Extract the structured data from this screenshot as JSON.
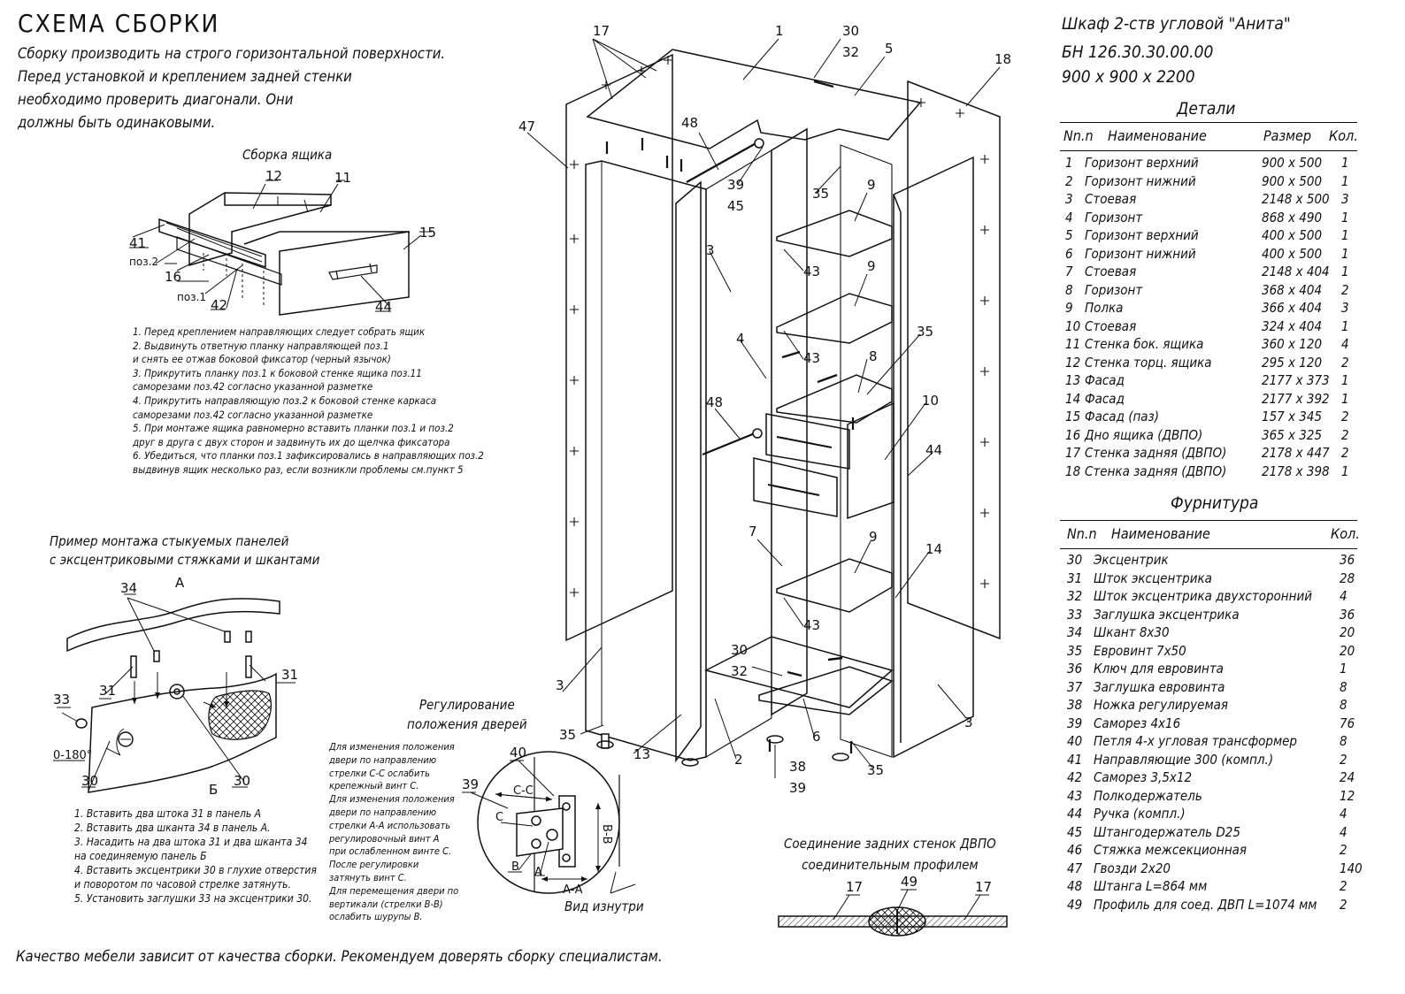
{
  "title": "СХЕМА СБОРКИ",
  "intro_lines": [
    "Сборку производить на строго горизонтальной поверхности.",
    "Перед установкой и креплением задней стенки",
    "необходимо проверить диагонали. Они",
    "должны быть одинаковыми."
  ],
  "drawer": {
    "title": "Сборка ящика",
    "labels": {
      "p41": "41",
      "p16": "16",
      "p42": "42",
      "p12": "12",
      "p11": "11",
      "p15": "15",
      "p44": "44",
      "poz2": "поз.2",
      "poz1": "поз.1"
    },
    "steps": [
      "1. Перед креплением направляющих следует собрать ящик",
      "2. Выдвинуть ответную планку направляющей поз.1",
      "    и снять ее отжав боковой фиксатор (черный язычок)",
      "3. Прикрутить планку поз.1 к боковой стенке ящика поз.11",
      "    саморезами поз.42 согласно указанной разметке",
      "4. Прикрутить направляющую поз.2 к боковой стенке каркаса",
      "    саморезами поз.42 согласно указанной разметке",
      "5. При монтаже ящика равномерно вставить планки поз.1 и поз.2",
      "    друг в друга с двух сторон и задвинуть их до щелчка фиксатора",
      "6. Убедиться, что планки поз.1 зафиксировались в направляющих поз.2",
      "    выдвинув ящик несколько раз, если возникли проблемы см.пункт 5"
    ]
  },
  "joint": {
    "title_line1": "Пример монтажа стыкуемых панелей",
    "title_line2": "с эксцентриковыми стяжками и шкантами",
    "labels": {
      "a": "А",
      "b": "Б",
      "p34": "34",
      "p31a": "31",
      "p31b": "31",
      "p33": "33",
      "p30a": "30",
      "p30b": "30",
      "angle": "0-180°"
    },
    "steps": [
      "1. Вставить два штока 31 в панель А",
      "2. Вставить два шканта 34 в панель А.",
      "3. Насадить на два штока 31 и два шканта 34",
      "    на соединяемую панель Б",
      "4. Вставить эксцентрики 30 в глухие отверстия",
      "    и поворотом по часовой стрелке затянуть.",
      "5. Установить заглушки 33 на эксцентрики 30."
    ]
  },
  "door_adjust": {
    "title_line1": "Регулирование",
    "title_line2": "положения дверей",
    "notes": [
      "Для изменения положения",
      "двери по направлению",
      "стрелки С-С ослабить",
      "крепежный винт С.",
      "Для изменения положения",
      "двери по направлению",
      "стрелки А-А использовать",
      "регулировочный винт А",
      "при ослабленном винте С.",
      "После регулировки",
      "затянуть винт С.",
      "Для перемещения двери по",
      "вертикали (стрелки В-В)",
      "ослабить шурупы В."
    ],
    "labels": {
      "p40": "40",
      "p39": "39",
      "cc": "С-С",
      "c": "С",
      "b": "В",
      "a": "А",
      "aa": "А-А",
      "bb": "В-В"
    },
    "view_label": "Вид изнутри"
  },
  "back_joint": {
    "title_line1": "Соединение задних стенок ДВПО",
    "title_line2": "соединительным профилем",
    "labels": {
      "l17a": "17",
      "l49": "49",
      "l17b": "17"
    }
  },
  "main_labels": [
    {
      "id": "c17",
      "text": "17"
    },
    {
      "id": "c1",
      "text": "1"
    },
    {
      "id": "c30",
      "text": "30"
    },
    {
      "id": "c32",
      "text": "32"
    },
    {
      "id": "c5",
      "text": "5"
    },
    {
      "id": "c18",
      "text": "18"
    },
    {
      "id": "c47",
      "text": "47"
    },
    {
      "id": "c48a",
      "text": "48"
    },
    {
      "id": "c39",
      "text": "39"
    },
    {
      "id": "c45",
      "text": "45"
    },
    {
      "id": "c35a",
      "text": "35"
    },
    {
      "id": "c9a",
      "text": "9"
    },
    {
      "id": "c3a",
      "text": "3"
    },
    {
      "id": "c43a",
      "text": "43"
    },
    {
      "id": "c9b",
      "text": "9"
    },
    {
      "id": "c4",
      "text": "4"
    },
    {
      "id": "c43b",
      "text": "43"
    },
    {
      "id": "c35b",
      "text": "35"
    },
    {
      "id": "c8",
      "text": "8"
    },
    {
      "id": "c48b",
      "text": "48"
    },
    {
      "id": "c10",
      "text": "10"
    },
    {
      "id": "c44",
      "text": "44"
    },
    {
      "id": "c7",
      "text": "7"
    },
    {
      "id": "c9c",
      "text": "9"
    },
    {
      "id": "c14",
      "text": "14"
    },
    {
      "id": "c43c",
      "text": "43"
    },
    {
      "id": "c30b",
      "text": "30"
    },
    {
      "id": "c32b",
      "text": "32"
    },
    {
      "id": "c3b",
      "text": "3"
    },
    {
      "id": "c3c",
      "text": "3"
    },
    {
      "id": "c35c",
      "text": "35"
    },
    {
      "id": "c13",
      "text": "13"
    },
    {
      "id": "c2",
      "text": "2"
    },
    {
      "id": "c6",
      "text": "6"
    },
    {
      "id": "c38",
      "text": "38"
    },
    {
      "id": "c39b",
      "text": "39"
    },
    {
      "id": "c35d",
      "text": "35"
    }
  ],
  "product": {
    "name": "Шкаф 2-ств угловой \"Анита\"",
    "code": "БН 126.30.30.00.00",
    "size": "900 х 900 х 2200"
  },
  "parts": {
    "title": "Детали",
    "columns": [
      "Nn.n",
      "Наименование",
      "Размер",
      "Кол."
    ],
    "rows": [
      [
        "1",
        "Горизонт верхний",
        "900 х 500",
        "1"
      ],
      [
        "2",
        "Горизонт нижний",
        "900 х 500",
        "1"
      ],
      [
        "3",
        "Стоевая",
        "2148 х 500",
        "3"
      ],
      [
        "4",
        "Горизонт",
        "868 х 490",
        "1"
      ],
      [
        "5",
        "Горизонт верхний",
        "400 х 500",
        "1"
      ],
      [
        "6",
        "Горизонт нижний",
        "400 х 500",
        "1"
      ],
      [
        "7",
        "Стоевая",
        "2148 х 404",
        "1"
      ],
      [
        "8",
        "Горизонт",
        "368 х 404",
        "2"
      ],
      [
        "9",
        "Полка",
        "366 х 404",
        "3"
      ],
      [
        "10",
        "Стоевая",
        "324 х 404",
        "1"
      ],
      [
        "11",
        "Стенка бок. ящика",
        "360 х 120",
        "4"
      ],
      [
        "12",
        "Стенка торц. ящика",
        "295 х 120",
        "2"
      ],
      [
        "13",
        "Фасад",
        "2177 х 373",
        "1"
      ],
      [
        "14",
        "Фасад",
        "2177 х 392",
        "1"
      ],
      [
        "15",
        "Фасад (паз)",
        "157 х 345",
        "2"
      ],
      [
        "16",
        "Дно ящика (ДВПО)",
        "365 х 325",
        "2"
      ],
      [
        "17",
        "Стенка задняя (ДВПО)",
        "2178 х 447",
        "2"
      ],
      [
        "18",
        "Стенка задняя (ДВПО)",
        "2178 х 398",
        "1"
      ]
    ]
  },
  "hardware": {
    "title": "Фурнитура",
    "columns": [
      "Nn.n",
      "Наименование",
      "Кол."
    ],
    "rows": [
      [
        "30",
        "Эксцентрик",
        "36"
      ],
      [
        "31",
        "Шток эксцентрика",
        "28"
      ],
      [
        "32",
        "Шток эксцентрика двухсторонний",
        "4"
      ],
      [
        "33",
        "Заглушка эксцентрика",
        "36"
      ],
      [
        "34",
        "Шкант 8х30",
        "20"
      ],
      [
        "35",
        "Евровинт 7х50",
        "20"
      ],
      [
        "36",
        "Ключ для евровинта",
        "1"
      ],
      [
        "37",
        "Заглушка евровинта",
        "8"
      ],
      [
        "38",
        "Ножка регулируемая",
        "8"
      ],
      [
        "39",
        "Саморез 4х16",
        "76"
      ],
      [
        "40",
        "Петля 4-х угловая трансформер",
        "8"
      ],
      [
        "41",
        "Направляющие 300 (компл.)",
        "2"
      ],
      [
        "42",
        "Саморез 3,5х12",
        "24"
      ],
      [
        "43",
        "Полкодержатель",
        "12"
      ],
      [
        "44",
        "Ручка (компл.)",
        "4"
      ],
      [
        "45",
        "Штангодержатель D25",
        "4"
      ],
      [
        "46",
        "Стяжка межсекционная",
        "2"
      ],
      [
        "47",
        "Гвозди 2х20",
        "140"
      ],
      [
        "48",
        "Штанга L=864 мм",
        "2"
      ],
      [
        "49",
        "Профиль для соед. ДВП L=1074 мм",
        "2"
      ]
    ]
  },
  "footer": "Качество мебели зависит от качества сборки. Рекомендуем доверять сборку специалистам."
}
